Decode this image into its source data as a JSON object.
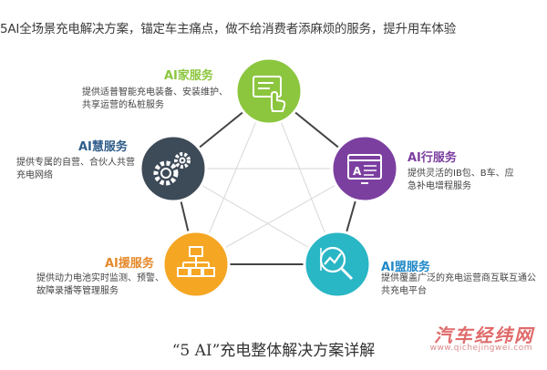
{
  "headline": "5AI全场景充电解决方案，锚定车主痛点，做不给消费者添麻烦的服务，提升用车体验",
  "caption": "“5 AI”充电整体解决方案详解",
  "watermark": {
    "name": "汽车经纬网",
    "url": "www.qichejingwei.com"
  },
  "colors": {
    "home": "#8cc63f",
    "travel": "#7b3fa0",
    "alliance": "#29b6c5",
    "aid": "#f5a623",
    "smart": "#3d4a57",
    "title_home": "#8cc63f",
    "title_travel": "#7b3fa0",
    "title_alliance": "#1e88c8",
    "title_aid": "#e5892a",
    "title_smart": "#2f5d8a"
  },
  "nodes": {
    "home": {
      "title": "AI家服务",
      "desc": "提供适普智能充电装备、安装维护、共享运营的私桩服务",
      "icon": "monitor-touch-icon"
    },
    "travel": {
      "title": "AI行服务",
      "desc": "提供灵活的IB包、B车、应急补电增程服务",
      "icon": "screen-a-icon"
    },
    "alliance": {
      "title": "AI盟服务",
      "desc": "提供覆盖广泛的充电运营商互联互通公共充电平台",
      "icon": "magnifier-chart-icon"
    },
    "aid": {
      "title": "AI援服务",
      "desc": "提供动力电池实时监测、预警、故障录播等管理服务",
      "icon": "org-chart-icon"
    },
    "smart": {
      "title": "AI慧服务",
      "desc": "提供专属的自营、合伙人共营充电网络",
      "icon": "gears-icon"
    }
  }
}
